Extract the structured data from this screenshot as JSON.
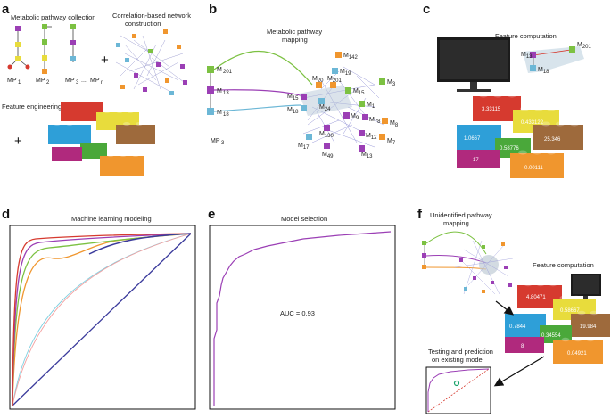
{
  "panels": {
    "a": {
      "letter": "a",
      "pathway_collection": "Metabolic pathway collection",
      "network_construction_line1": "Correlation-based network",
      "network_construction_line2": "construction",
      "feature_engineering": "Feature engineering",
      "plus1": "+",
      "plus2": "+",
      "mp1": "MP",
      "mp1_sub": "1",
      "mp2": "MP",
      "mp2_sub": "2",
      "mp3": "MP",
      "mp3_sub": "3",
      "dots": "...",
      "mpn": "MP",
      "mpn_sub": "n"
    },
    "b": {
      "letter": "b",
      "title_line1": "Metabolic pathway",
      "title_line2": "mapping",
      "mp3": "MP",
      "mp3_sub": "3",
      "nodes": [
        "M",
        "M",
        "M",
        "M",
        "M",
        "M",
        "M",
        "M",
        "M",
        "M",
        "M",
        "M",
        "M",
        "M",
        "M",
        "M",
        "M",
        "M",
        "M",
        "M"
      ],
      "node_subs": [
        "201",
        "13",
        "18",
        "142",
        "19",
        "20",
        "201",
        "3",
        "15",
        "24",
        "1",
        "9",
        "78",
        "8",
        "12",
        "7",
        "13",
        "130",
        "18",
        "49",
        "17"
      ]
    },
    "c": {
      "letter": "c",
      "title": "Feature computation",
      "values": [
        "3.33115",
        "0.433122",
        "1.0667",
        "0.58776",
        "25.346",
        "0.00111",
        "17"
      ],
      "m201": "201",
      "m13": "13",
      "m18": "18"
    },
    "d": {
      "letter": "d",
      "title": "Machine learning modeling"
    },
    "e": {
      "letter": "e",
      "title": "Model selection",
      "auc": "AUC = 0.93"
    },
    "f": {
      "letter": "f",
      "unidentified_line1": "Unidentified pathway",
      "unidentified_line2": "mapping",
      "feature_computation": "Feature computation",
      "testing_line1": "Testing and prediction",
      "testing_line2": "on existing model",
      "values": [
        "4.80471",
        "0.58667",
        "0.7844",
        "0.34554",
        "19.984",
        "8",
        "0.04921"
      ]
    }
  },
  "colors": {
    "purple": "#9b3fb5",
    "green": "#7cc142",
    "blue": "#6cb7d6",
    "orange": "#f0962e",
    "yellow": "#e8dc3c",
    "red": "#d63a2f",
    "brown": "#9e6a3c",
    "brick_blue": "#2e9fd8",
    "brick_green": "#4aa83a",
    "brick_magenta": "#b0297d",
    "brick_orange": "#f0962e"
  },
  "icons": [
    "monitor-icon",
    "lego-brick-icon",
    "arrow-icon"
  ]
}
